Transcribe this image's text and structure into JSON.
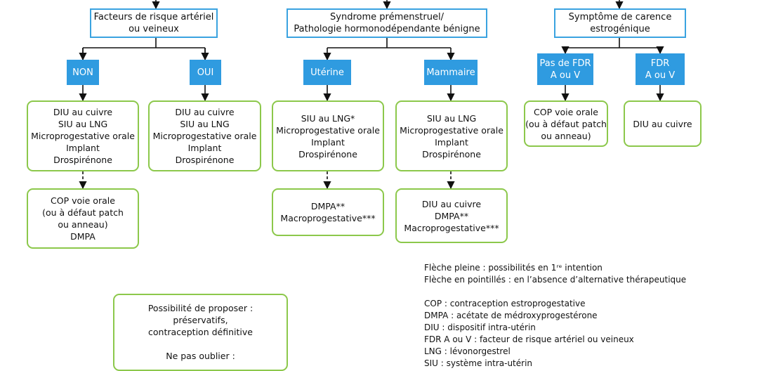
{
  "headers": {
    "arterial": "Facteurs de risque artériel\nou veineux",
    "premenstrual": "Syndrome prémenstruel/\nPathologie hormonodépendante bénigne",
    "estrogen": "Symptôme de carence\nestrogénique"
  },
  "tags": {
    "non": "NON",
    "oui": "OUI",
    "uterine": "Utérine",
    "mammaire": "Mammaire",
    "pas_fdr": "Pas de FDR\nA ou V",
    "fdr": "FDR\nA ou V"
  },
  "boxes": {
    "non_first": "DIU au cuivre\nSIU au LNG\nMicroprogestative orale\nImplant\nDrospirénone",
    "non_second": "COP voie orale\n(ou à défaut patch\nou anneau)\nDMPA",
    "oui_first": "DIU au cuivre\nSIU au LNG\nMicroprogestative orale\nImplant\nDrospirénone",
    "uterine_first": "SIU au LNG*\nMicroprogestative orale\nImplant\nDrospirénone",
    "uterine_second": "DMPA**\nMacroprogestative***",
    "mammaire_first": "SIU au LNG\nMicroprogestative orale\nImplant\nDrospirénone",
    "mammaire_second": "DIU au cuivre\nDMPA**\nMacroprogestative***",
    "pas_fdr_first": "COP voie orale\n(ou à défaut patch\nou anneau)",
    "fdr_first": "DIU au cuivre",
    "bottom_note": "Possibilité de proposer :\npréservatifs,\ncontraception définitive\n\nNe pas oublier :"
  },
  "legend": {
    "arrows": "Flèche pleine : possibilités en 1ʳᵉ intention\nFlèche en pointillés : en l’absence d’alternative thérapeutique",
    "abbreviations": "COP : contraception estroprogestative\nDMPA : acétate de médroxyprogestérone\nDIU : dispositif intra-utérin\nFDR A ou V : facteur de risque artériel ou veineux\nLNG : lévonorgestrel\nSIU : système intra-utérin"
  },
  "colors": {
    "header_border": "#3aa3e0",
    "tag_fill": "#2f9be0",
    "box_border": "#8cc84b",
    "arrow": "#111111"
  }
}
